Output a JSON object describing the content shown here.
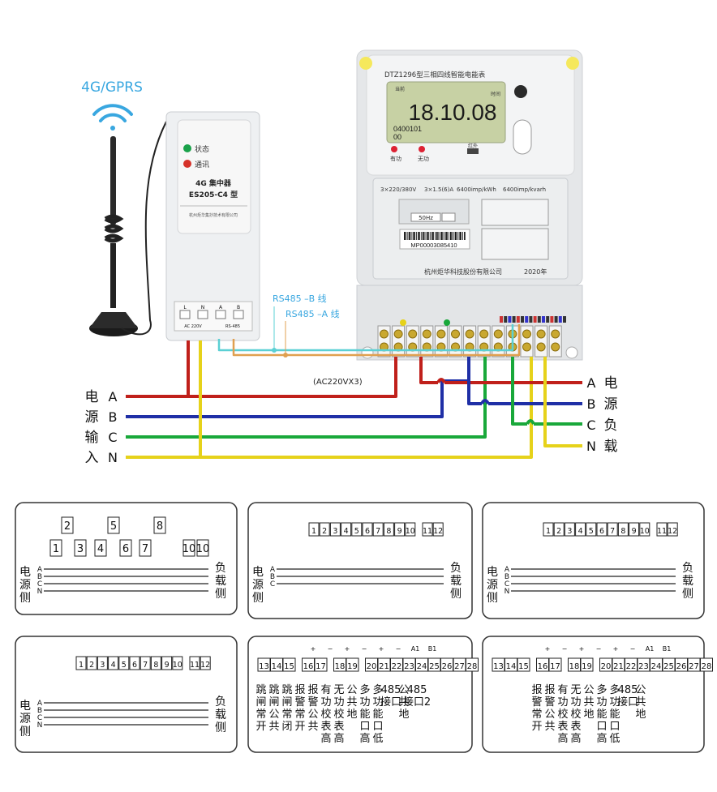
{
  "antenna": {
    "label": "4G/GPRS"
  },
  "concentrator": {
    "status_label": "状态",
    "comm_label": "通讯",
    "title": "4G 集中器",
    "model": "ES205-C4 型",
    "maker": "杭州炬华集抄技术有限公司",
    "terminal_top": [
      "L",
      "N",
      "A",
      "B"
    ],
    "terminal_bottom": [
      "AC 220V",
      "RS-485"
    ]
  },
  "meter": {
    "title": "DTZ1296型三相四线智能电能表",
    "reading": "18.10.08",
    "sub_reading": "0400101",
    "sub_reading2": "00",
    "lcd_tag_left": "当前",
    "lcd_tag_right": "时间",
    "indicator_active": "有功",
    "indicator_reactive": "无功",
    "indicator_ir": "红外",
    "spec_voltage": "3×220/380V",
    "spec_current": "3×1.5(6)A",
    "spec_const_active": "6400imp/kWh",
    "spec_const_reactive": "6400imp/kvarh",
    "freq": "50Hz",
    "serial": "MP00003085410",
    "manufacturer": "杭州炬华科技股份有限公司",
    "year": "2020年"
  },
  "wiring": {
    "rs485_b": "RS485 –B 线",
    "rs485_a": "RS485 –A 线",
    "ac_label": "(AC220VX3)",
    "source_side": [
      "电",
      "源",
      "输",
      "入"
    ],
    "source_phases": [
      "A",
      "B",
      "C",
      "N"
    ],
    "load_side_phases": [
      "A",
      "B",
      "C",
      "N"
    ],
    "load_side_chars": [
      "电",
      "源",
      "负",
      "载"
    ],
    "colors": {
      "A": "#c0201b",
      "B": "#1f2fa6",
      "C": "#19a83a",
      "N": "#e6d21a",
      "rs485_b": "#5bd0d4",
      "rs485_a": "#e0a050"
    }
  },
  "diagrams": {
    "d1": {
      "terminals_low": [
        "1",
        "3",
        "4",
        "6",
        "7",
        "10",
        "10"
      ],
      "terminals_high": [
        "2",
        "5",
        "8"
      ],
      "source_label": [
        "电",
        "源",
        "侧"
      ],
      "phase_labels": [
        "A",
        "B",
        "C",
        "N"
      ],
      "load_label": [
        "负",
        "载",
        "侧"
      ]
    },
    "d2": {
      "terminals": [
        "1",
        "2",
        "3",
        "4",
        "5",
        "6",
        "7",
        "8",
        "9",
        "10",
        "11",
        "12"
      ],
      "source_label": [
        "电",
        "源",
        "侧"
      ],
      "phase_labels": [
        "A",
        "B",
        "C"
      ],
      "load_label": [
        "负",
        "载",
        "侧"
      ]
    },
    "d3": {
      "terminals": [
        "1",
        "2",
        "3",
        "4",
        "5",
        "6",
        "7",
        "8",
        "9",
        "10",
        "11",
        "12"
      ],
      "source_label": [
        "电",
        "源",
        "侧"
      ],
      "phase_labels": [
        "A",
        "B",
        "C",
        "N"
      ],
      "load_label": [
        "负",
        "载",
        "侧"
      ]
    },
    "d4": {
      "terminals": [
        "1",
        "2",
        "3",
        "4",
        "5",
        "6",
        "7",
        "8",
        "9",
        "10",
        "11",
        "12"
      ],
      "source_label": [
        "电",
        "源",
        "侧"
      ],
      "phase_labels": [
        "A",
        "B",
        "C",
        "N"
      ],
      "load_label": [
        "负",
        "载",
        "侧"
      ]
    },
    "d5": {
      "terminals": [
        "13",
        "14",
        "15",
        "16",
        "17",
        "18",
        "19",
        "20",
        "21",
        "22",
        "23",
        "24",
        "25",
        "26",
        "27",
        "28"
      ],
      "signs": [
        "+",
        "−",
        "+",
        "−",
        "+",
        "−",
        "A1",
        "B1"
      ],
      "columns": [
        [
          "跳",
          "闸",
          "常",
          "开"
        ],
        [
          "跳",
          "闸",
          "公",
          "共"
        ],
        [
          "跳",
          "闸",
          "常",
          "闭"
        ],
        [
          "报",
          "警",
          "常",
          "开"
        ],
        [
          "报",
          "警",
          "公",
          "共"
        ],
        [
          "有",
          "功",
          "校",
          "表",
          "高"
        ],
        [
          "无",
          "功",
          "校",
          "表",
          "高"
        ],
        [
          "公",
          "共",
          "地"
        ],
        [
          "多",
          "功",
          "能",
          "口",
          "高"
        ],
        [
          "多",
          "功",
          "能",
          "口",
          "低"
        ],
        [
          "485",
          "接口"
        ],
        [
          "公",
          "共",
          "地"
        ],
        [
          "485",
          "接口2"
        ]
      ]
    },
    "d6": {
      "terminals": [
        "13",
        "14",
        "15",
        "16",
        "17",
        "18",
        "19",
        "20",
        "21",
        "22",
        "23",
        "24",
        "25",
        "26",
        "27",
        "28"
      ],
      "signs": [
        "+",
        "−",
        "+",
        "−",
        "+",
        "−",
        "A1",
        "B1"
      ],
      "columns": [
        [
          "报",
          "警",
          "常",
          "开"
        ],
        [
          "报",
          "警",
          "公",
          "共"
        ],
        [
          "有",
          "功",
          "校",
          "表",
          "高"
        ],
        [
          "无",
          "功",
          "校",
          "表",
          "高"
        ],
        [
          "公",
          "共",
          "地"
        ],
        [
          "多",
          "功",
          "能",
          "口",
          "高"
        ],
        [
          "多",
          "功",
          "能",
          "口",
          "低"
        ],
        [
          "485",
          "接口"
        ],
        [
          "公",
          "共",
          "地"
        ]
      ]
    }
  }
}
